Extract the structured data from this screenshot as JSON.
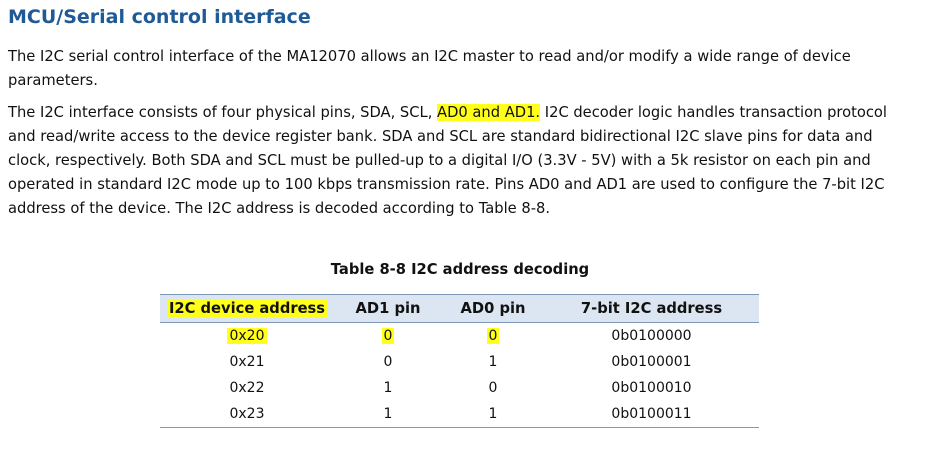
{
  "section": {
    "title": "MCU/Serial control interface"
  },
  "paragraph_1": {
    "text": "The I2C serial control interface of the MA12070 allows an I2C master to read and/or modify a wide range of device parameters."
  },
  "paragraph_2": {
    "before_highlight": "The I2C interface consists of four physical pins, SDA, SCL, ",
    "highlight": "AD0 and AD1.",
    "after_highlight": " I2C decoder logic handles transaction protocol and read/write access to the device register bank. SDA and SCL are standard bidirectional I2C slave pins for data and clock, respectively. Both SDA and SCL must be pulled-up to a digital I/O (3.3V - 5V) with a 5k resistor on each pin and operated in standard I2C mode up to 100 kbps transmission rate. Pins AD0 and AD1 are used to configure the 7-bit I2C address of the device. The I2C address is decoded according to Table 8-8."
  },
  "table": {
    "caption": "Table 8-8 I2C address decoding",
    "headers": [
      "I2C device address",
      "AD1 pin",
      "AD0 pin",
      "7-bit I2C address"
    ],
    "rows": [
      [
        "0x20",
        "0",
        "0",
        "0b0100000"
      ],
      [
        "0x21",
        "0",
        "1",
        "0b0100001"
      ],
      [
        "0x22",
        "1",
        "0",
        "0b0100010"
      ],
      [
        "0x23",
        "1",
        "1",
        "0b0100011"
      ]
    ]
  },
  "colors": {
    "heading": "#1f5a96",
    "highlight": "#ffff1a",
    "table_header_bg": "#dce6f2",
    "table_rule": "#7f98b8"
  }
}
